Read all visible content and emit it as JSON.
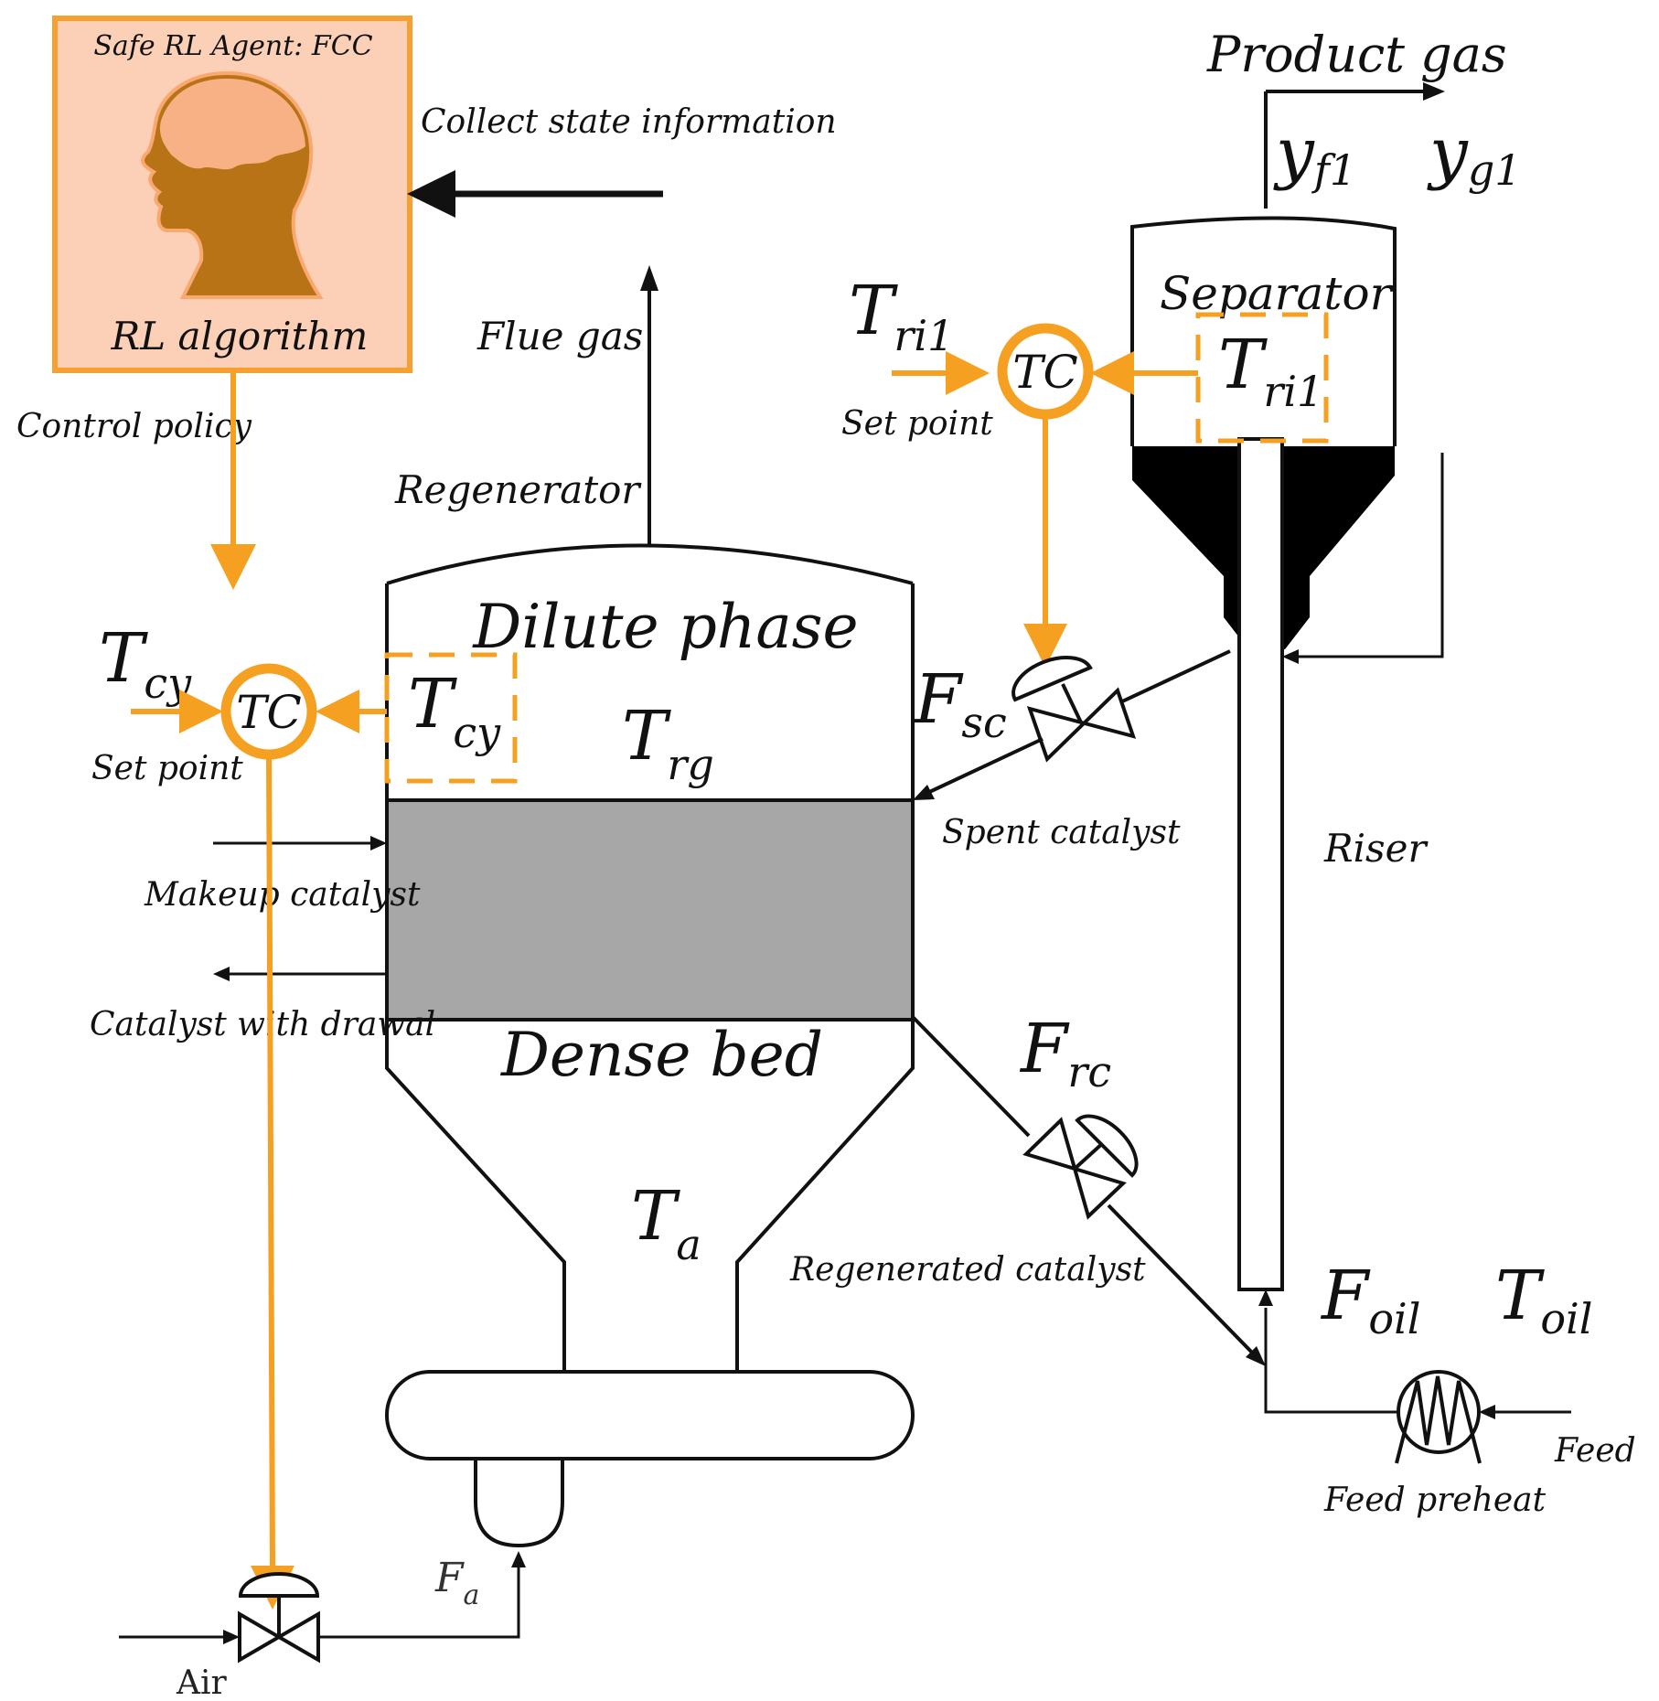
{
  "agent": {
    "title": "Safe RL Agent:  FCC",
    "caption": "RL algorithm",
    "fill": "#fbd0b6",
    "border": "#f5a030",
    "head_color": "#b87316",
    "brain_color": "#f8b185"
  },
  "labels": {
    "collect_state": "Collect state information",
    "control_policy": "Control policy",
    "flue_gas": "Flue gas",
    "regenerator": "Regenerator",
    "product_gas": "Product gas",
    "separator": "Separator",
    "dilute_phase": "Dilute phase",
    "dense_bed": "Dense bed",
    "spent_catalyst": "Spent catalyst",
    "riser": "Riser",
    "makeup_catalyst": "Makeup catalyst",
    "catalyst_withdrawal": "Catalyst with drawal",
    "regenerated_catalyst": "Regenerated catalyst",
    "feed": "Feed",
    "feed_preheat": "Feed preheat",
    "air": "Air",
    "set_point_left": "Set point",
    "set_point_right": "Set point",
    "tc_left": "TC",
    "tc_right": "TC"
  },
  "symbols": {
    "y_f1": {
      "base": "y",
      "sub": "f1"
    },
    "y_g1": {
      "base": "y",
      "sub": "g1"
    },
    "T_ri1_setpoint": {
      "base": "T",
      "sub": "ri1"
    },
    "T_ri1_sensor": {
      "base": "T",
      "sub": "ri1"
    },
    "T_cy_setpoint": {
      "base": "T",
      "sub": "cy"
    },
    "T_cy_sensor": {
      "base": "T",
      "sub": "cy"
    },
    "T_rg": {
      "base": "T",
      "sub": "rg"
    },
    "T_a": {
      "base": "T",
      "sub": "a"
    },
    "F_sc": {
      "base": "F",
      "sub": "sc"
    },
    "F_rc": {
      "base": "F",
      "sub": "rc"
    },
    "F_oil": {
      "base": "F",
      "sub": "oil"
    },
    "T_oil": {
      "base": "T",
      "sub": "oil"
    },
    "F_a": {
      "base": "F",
      "sub": "a"
    }
  },
  "colors": {
    "control": "#f5a020",
    "line": "#111111",
    "dense_bed": "#a7a7a7",
    "separator_cone": "#000000"
  }
}
